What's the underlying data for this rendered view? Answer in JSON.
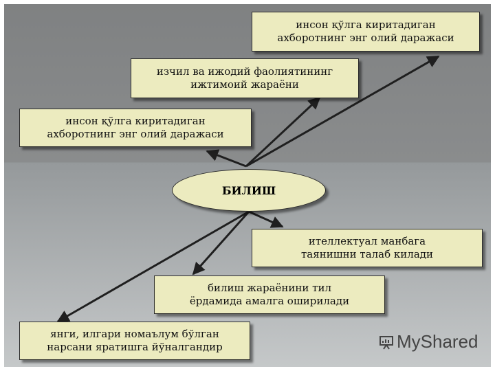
{
  "center": {
    "label": "БИЛИШ"
  },
  "boxes": [
    {
      "id": "top-right",
      "lines": [
        "инсон қўлга киритадиган",
        "ахборотнинг энг олий даражаси"
      ]
    },
    {
      "id": "top-middle",
      "lines": [
        "изчил ва ижодий фаолиятининг",
        "ижтимоий жараёни"
      ]
    },
    {
      "id": "left-upper",
      "lines": [
        "инсон қўлга киритадиган",
        "ахборотнинг энг олий даражаси"
      ]
    },
    {
      "id": "right-lower",
      "lines": [
        "ителлектуал манбага",
        "таянишни талаб килади"
      ]
    },
    {
      "id": "middle-lower",
      "lines": [
        "билиш жараёнини тил",
        "ёрдамида амалга оширилади"
      ]
    },
    {
      "id": "bottom-left",
      "lines": [
        "янги, илгари номаълум бўлган",
        "нарсани яратишга йўналгандир"
      ]
    }
  ],
  "logo": {
    "text": "MyShared"
  },
  "colors": {
    "box_fill": "#ecebbf",
    "border": "#2b2b2b",
    "arrow": "#1f1f1f"
  }
}
